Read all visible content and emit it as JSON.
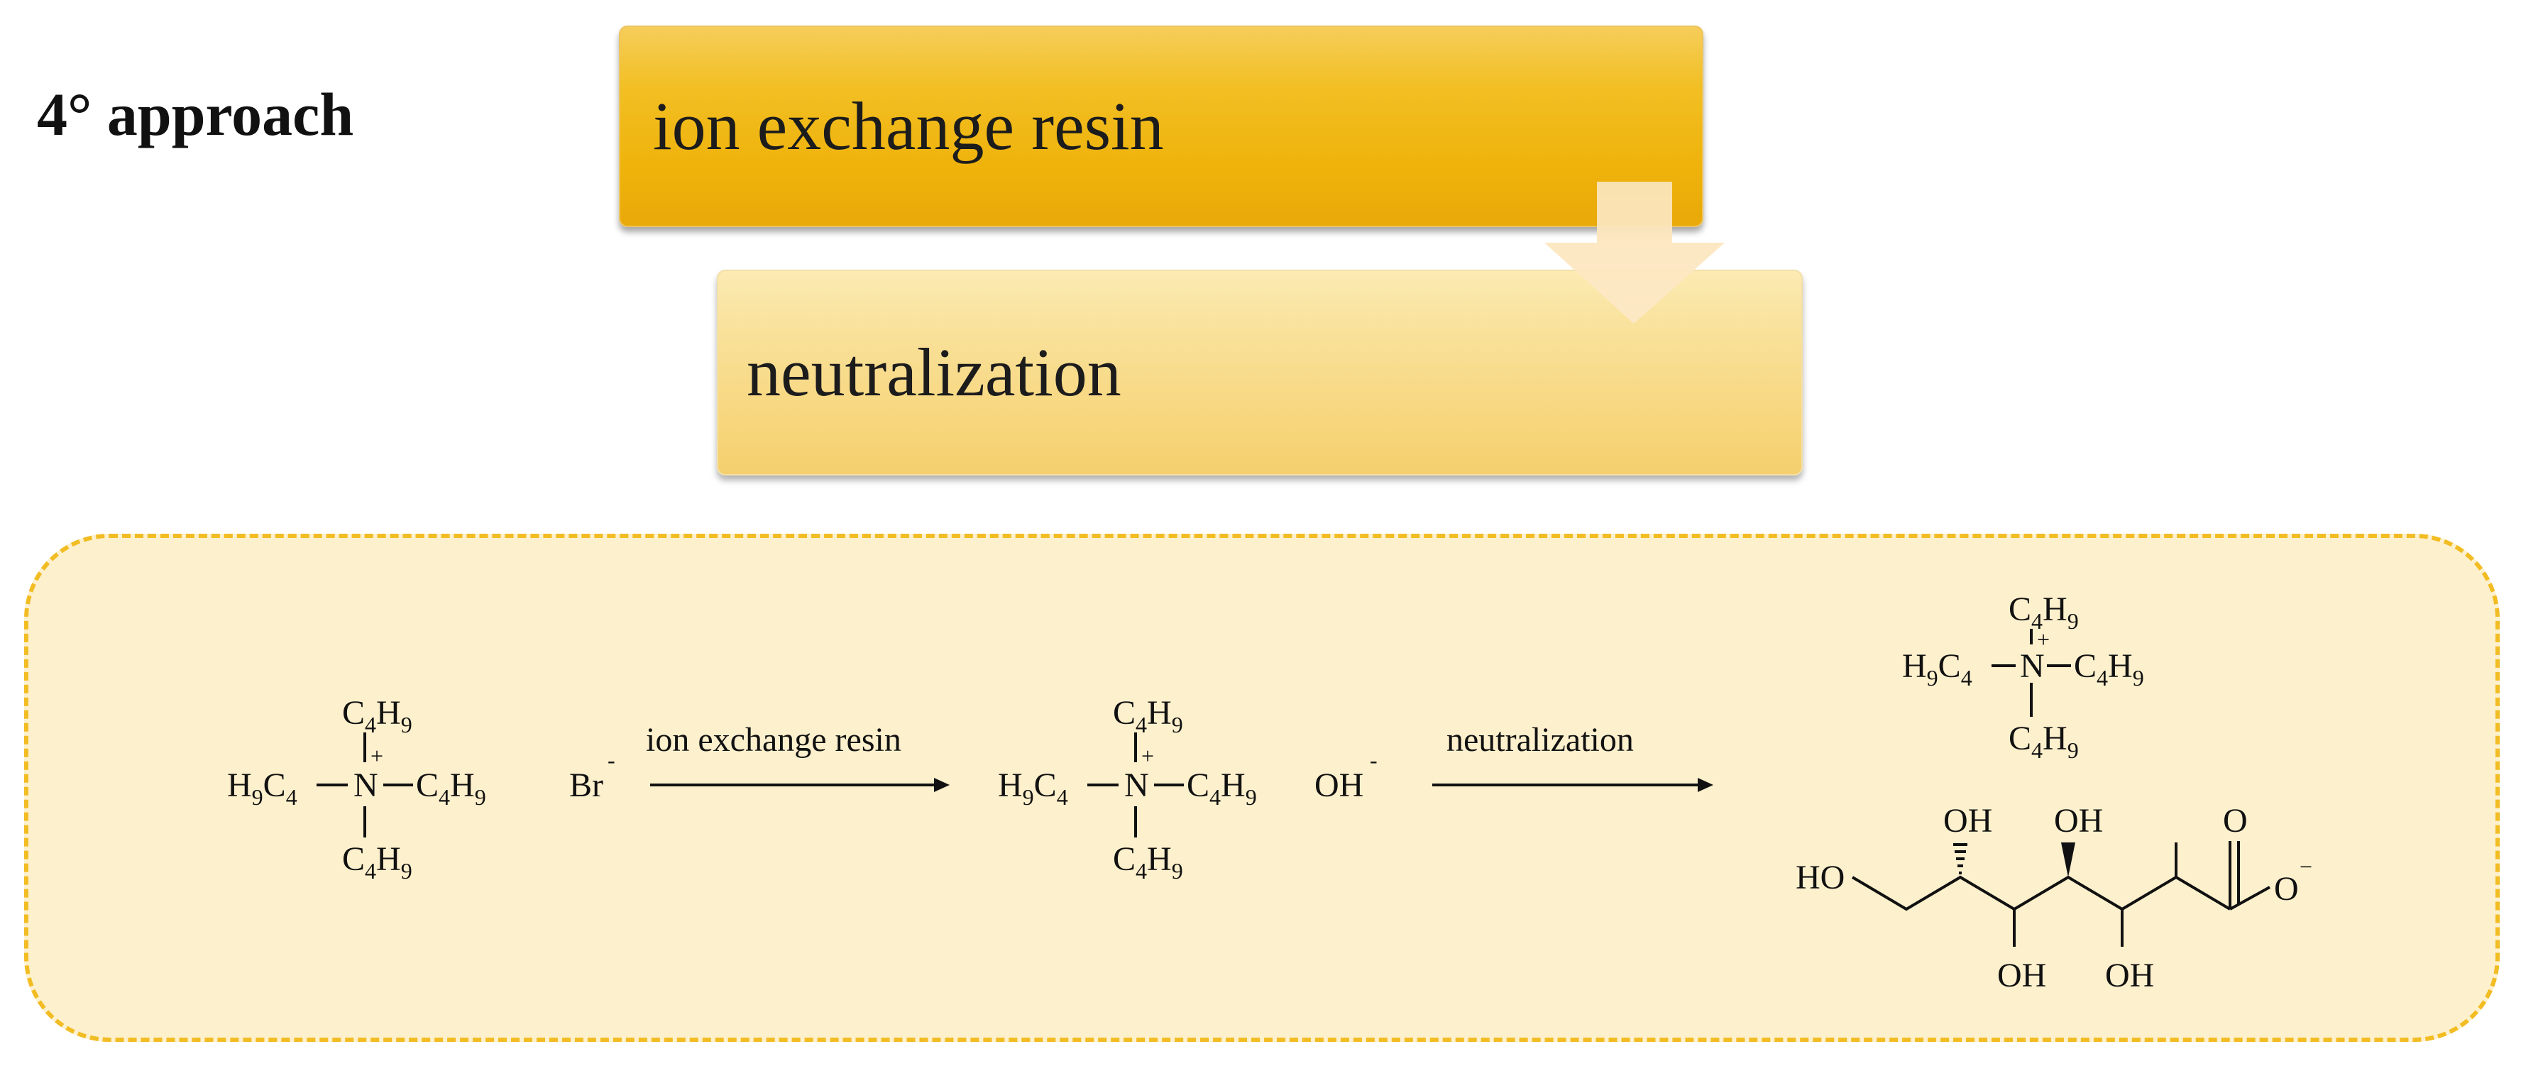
{
  "title": "4° approach",
  "steps": [
    {
      "label": "ion exchange resin"
    },
    {
      "label": "neutralization"
    }
  ],
  "scheme": {
    "arrow_1_label": "ion exchange resin",
    "arrow_2_label": "neutralization",
    "cation": {
      "center": "N",
      "charge": "+",
      "top": {
        "c": "C",
        "c_sub": "4",
        "h": "H",
        "h_sub": "9"
      },
      "bottom": {
        "c": "C",
        "c_sub": "4",
        "h": "H",
        "h_sub": "9"
      },
      "left": {
        "h": "H",
        "h_sub": "9",
        "c": "C",
        "c_sub": "4"
      },
      "right": {
        "c": "C",
        "c_sub": "4",
        "h": "H",
        "h_sub": "9"
      }
    },
    "anion_1": {
      "symbol": "Br",
      "charge": "-"
    },
    "anion_2": {
      "symbol": "OH",
      "charge": "-"
    },
    "gluconate": {
      "hydroxyls": [
        "OH",
        "OH",
        "OH",
        "OH"
      ],
      "bottom_hydroxyls": [
        "OH",
        "OH"
      ],
      "terminal": "HO",
      "carbonyl_o": "O",
      "carboxylate_o": "O",
      "carboxylate_charge": "−"
    }
  }
}
